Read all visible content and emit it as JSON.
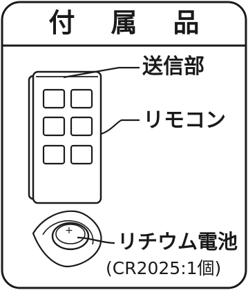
{
  "title": {
    "chars": [
      "付",
      "属",
      "品"
    ]
  },
  "labels": {
    "transmitter": "送信部",
    "remote": "リモコン",
    "battery": "リチウム電池",
    "battery_spec": "(CR2025:1個)"
  },
  "battery_symbol": "+",
  "colors": {
    "ink": "#1a1a1a",
    "background": "#ffffff"
  }
}
